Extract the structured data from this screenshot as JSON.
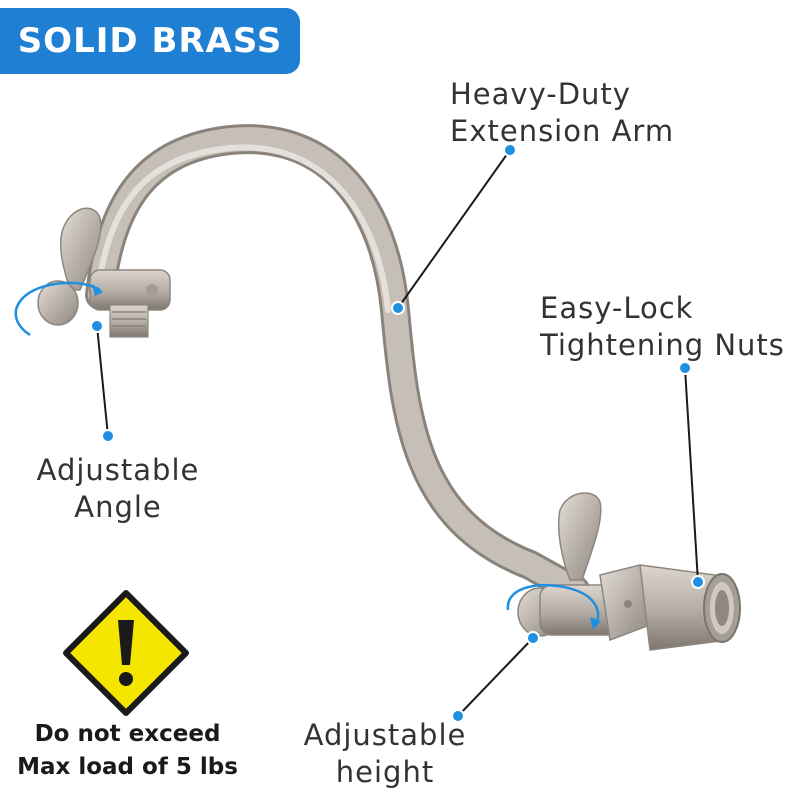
{
  "badge": {
    "label": "SOLID BRASS",
    "color": "#1f7fd3"
  },
  "callouts": {
    "extension_arm": {
      "line1": "Heavy-Duty",
      "line2": "Extension Arm"
    },
    "lock_nuts": {
      "line1": "Easy-Lock",
      "line2": "Tightening Nuts"
    },
    "adjustable_angle": {
      "line1": "Adjustable",
      "line2": "Angle"
    },
    "adjustable_height": {
      "line1": "Adjustable",
      "line2": "height"
    }
  },
  "warning": {
    "icon": "warning-sign-icon",
    "line1": "Do not exceed",
    "line2": "Max load of 5 lbs",
    "sign_color": "#f5e600"
  },
  "accent_color": "#1f8fe0",
  "product_color": "#b9b2aa"
}
